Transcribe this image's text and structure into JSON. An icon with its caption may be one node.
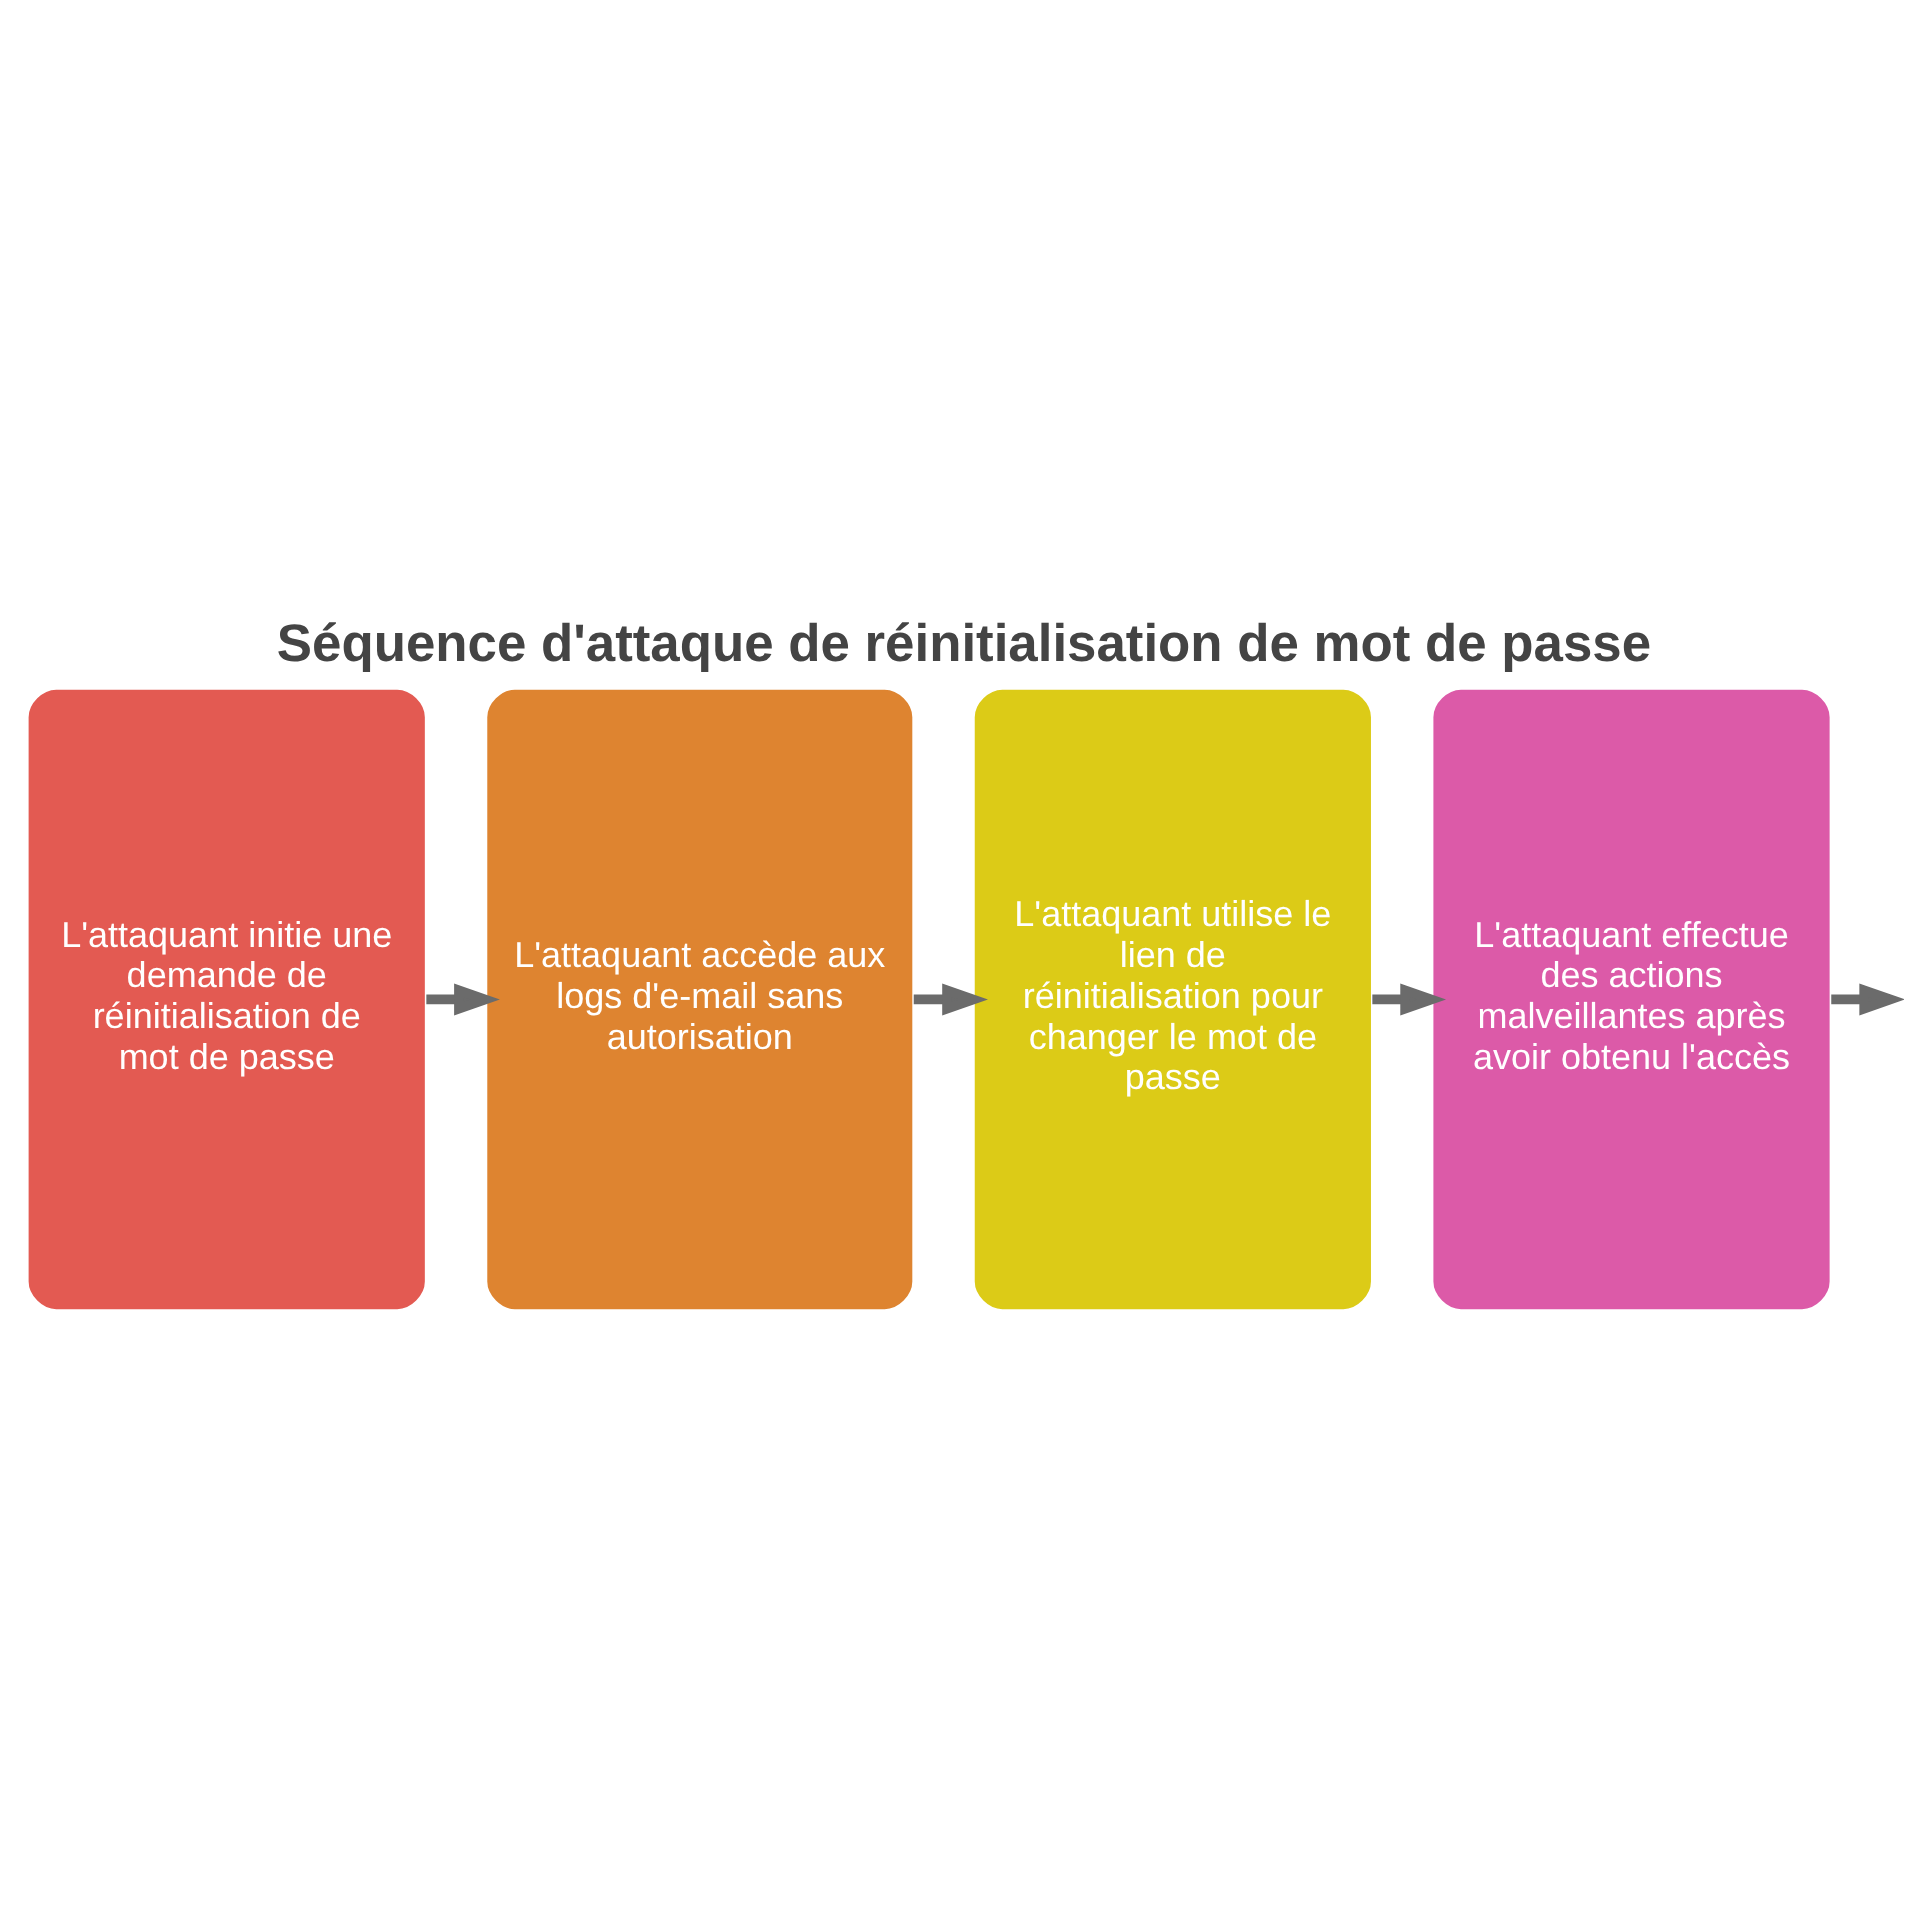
{
  "diagram": {
    "title": "Séquence d'attaque de réinitialisation de mot de passe",
    "nodes": [
      {
        "text": [
          "L'attaquant initie une demande de réinitialisation de mot de passe"
        ]
      },
      {
        "text": [
          "L'attaquant accède aux logs d'e-mail sans autorisation"
        ]
      },
      {
        "text": [
          "L'attaquant utilise le lien de réinitialisation pour changer le mot de passe"
        ]
      },
      {
        "text": [
          "L'attaquant effectue des actions malveillantes après avoir obtenu l'accès"
        ]
      }
    ],
    "edges": [
      {
        "from": 0,
        "to": 1,
        "arrow": "to"
      },
      {
        "from": 1,
        "to": 2,
        "arrow": "to"
      },
      {
        "from": 2,
        "to": 3,
        "arrow": "to"
      },
      {
        "from": 3,
        "to": null,
        "arrow": "to"
      }
    ]
  }
}
